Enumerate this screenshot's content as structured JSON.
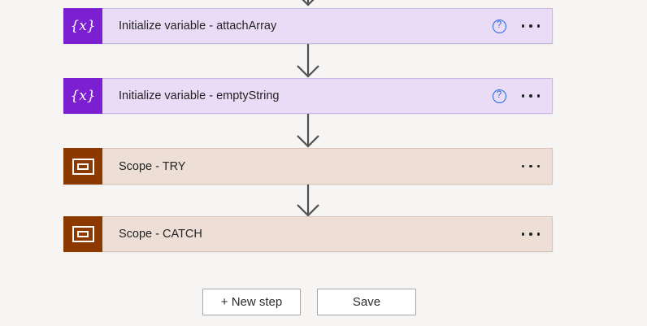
{
  "flow": {
    "actions": [
      {
        "title": "Initialize variable - attachArray",
        "kind": "variable",
        "icon_glyph": "{x}",
        "help_glyph": "?"
      },
      {
        "title": "Initialize variable - emptyString",
        "kind": "variable",
        "icon_glyph": "{x}",
        "help_glyph": "?"
      },
      {
        "title": "Scope - TRY",
        "kind": "scope"
      },
      {
        "title": "Scope - CATCH",
        "kind": "scope"
      }
    ]
  },
  "footer": {
    "new_step_label": "+ New step",
    "save_label": "Save"
  },
  "colors": {
    "page_bg": "#f6f5f4",
    "variable_brand": "#7b1fd1",
    "variable_tint": "#eadcf6",
    "scope_brand": "#8c3900",
    "scope_tint": "#eddfd6",
    "help_blue": "#2468df",
    "arrow": "#4f4f4f",
    "text": "#242424"
  }
}
